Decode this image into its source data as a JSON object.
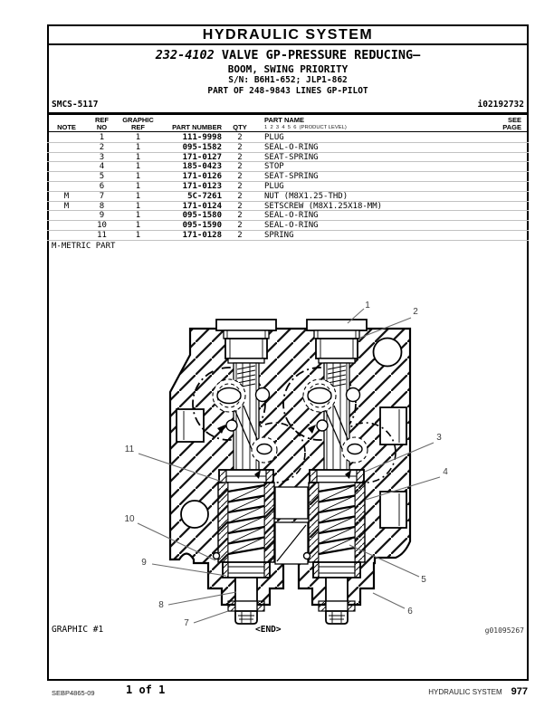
{
  "page": {
    "title": "HYDRAULIC SYSTEM",
    "doc_number": "232-4102",
    "doc_title": "VALVE GP-PRESSURE REDUCING–",
    "subtitle": "BOOM, SWING PRIORITY",
    "serial": "S/N: B6H1-652; JLP1-862",
    "part_of": "PART OF 248-9843 LINES GP-PILOT",
    "smcs": "SMCS-5117",
    "info_id": "i02192732"
  },
  "table": {
    "col_note": "NOTE",
    "col_ref_l1": "REF",
    "col_ref_l2": "NO",
    "col_graphic_l1": "GRAPHIC",
    "col_graphic_l2": "REF",
    "col_part": "PART NUMBER",
    "col_qty": "QTY",
    "col_name": "PART NAME",
    "col_name_sub": "1  2  3  4  5  6  (PRODUCT LEVEL)",
    "col_page_l1": "SEE",
    "col_page_l2": "PAGE",
    "metric_note": "M-METRIC PART",
    "rows": [
      {
        "note": "",
        "ref": "1",
        "graphic": "1",
        "part": "111-9998",
        "qty": "2",
        "name": "PLUG",
        "page": ""
      },
      {
        "note": "",
        "ref": "2",
        "graphic": "1",
        "part": "095-1582",
        "qty": "2",
        "name": "SEAL-O-RING",
        "page": ""
      },
      {
        "note": "",
        "ref": "3",
        "graphic": "1",
        "part": "171-0127",
        "qty": "2",
        "name": "SEAT-SPRING",
        "page": ""
      },
      {
        "note": "",
        "ref": "4",
        "graphic": "1",
        "part": "185-0423",
        "qty": "2",
        "name": "STOP",
        "page": ""
      },
      {
        "note": "",
        "ref": "5",
        "graphic": "1",
        "part": "171-0126",
        "qty": "2",
        "name": "SEAT-SPRING",
        "page": ""
      },
      {
        "note": "",
        "ref": "6",
        "graphic": "1",
        "part": "171-0123",
        "qty": "2",
        "name": "PLUG",
        "page": ""
      },
      {
        "note": "M",
        "ref": "7",
        "graphic": "1",
        "part": "5C-7261",
        "qty": "2",
        "name": "NUT (M8X1.25-THD)",
        "page": ""
      },
      {
        "note": "M",
        "ref": "8",
        "graphic": "1",
        "part": "171-0124",
        "qty": "2",
        "name": "SETSCREW (M8X1.25X18-MM)",
        "page": ""
      },
      {
        "note": "",
        "ref": "9",
        "graphic": "1",
        "part": "095-1580",
        "qty": "2",
        "name": "SEAL-O-RING",
        "page": ""
      },
      {
        "note": "",
        "ref": "10",
        "graphic": "1",
        "part": "095-1590",
        "qty": "2",
        "name": "SEAL-O-RING",
        "page": ""
      },
      {
        "note": "",
        "ref": "11",
        "graphic": "1",
        "part": "171-0128",
        "qty": "2",
        "name": "SPRING",
        "page": ""
      }
    ]
  },
  "diagram": {
    "graphic_label": "GRAPHIC #1",
    "end_label": "<END>",
    "graphic_id": "g01095267",
    "callouts": [
      {
        "label": "1"
      },
      {
        "label": "2"
      },
      {
        "label": "3"
      },
      {
        "label": "4"
      },
      {
        "label": "5"
      },
      {
        "label": "6"
      },
      {
        "label": "7"
      },
      {
        "label": "8"
      },
      {
        "label": "9"
      },
      {
        "label": "10"
      },
      {
        "label": "11"
      }
    ]
  },
  "footer": {
    "doc_code": "SEBP4865-09",
    "page_count": "1 of 1",
    "section": "HYDRAULIC SYSTEM",
    "page_number": "977"
  }
}
